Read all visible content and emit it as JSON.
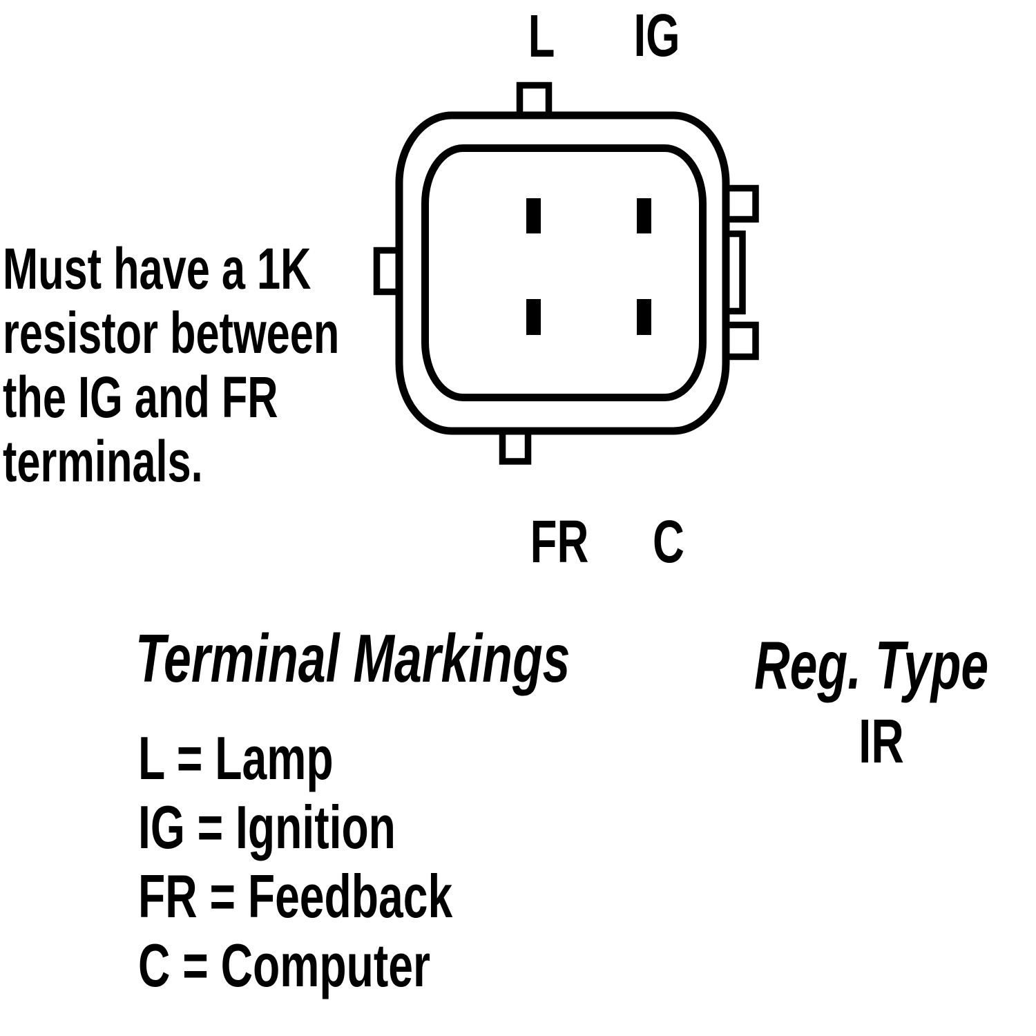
{
  "colors": {
    "ink": "#000000",
    "background": "#ffffff"
  },
  "note": {
    "lines": [
      "Must have a 1K",
      "resistor between",
      "the IG and FR",
      "terminals."
    ]
  },
  "connector": {
    "labels": {
      "top_left": "L",
      "top_right": "IG",
      "bottom_left": "FR",
      "bottom_right": "C"
    }
  },
  "terminal_markings": {
    "title": "Terminal Markings",
    "items": [
      "L = Lamp",
      "IG = Ignition",
      "FR = Feedback",
      "C = Computer"
    ]
  },
  "regulator": {
    "title": "Reg. Type",
    "value": "IR"
  }
}
